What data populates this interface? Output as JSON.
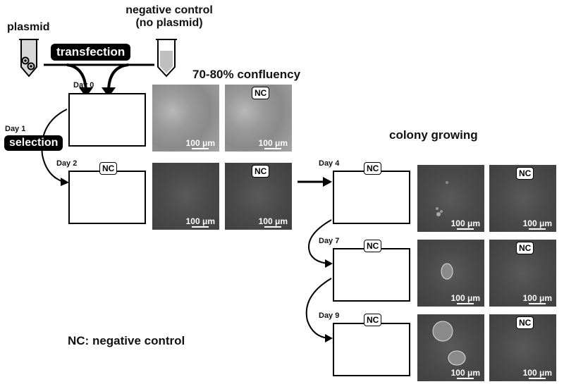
{
  "labels": {
    "plasmid": "plasmid",
    "negative_control_line1": "negative control",
    "negative_control_line2": "(no plasmid)",
    "transfection": "transfection",
    "confluency": "70-80% confluency",
    "day0": "Day 0",
    "day1": "Day 1",
    "selection": "selection",
    "day2": "Day 2",
    "colony_growing": "colony growing",
    "day4": "Day 4",
    "day7": "Day 7",
    "day9": "Day 9",
    "nc_legend": "NC: negative control",
    "nc_badge": "NC",
    "scale_bar": "100 μm"
  },
  "plates": [
    {
      "id": "day0",
      "label": "Day 0",
      "nc_badge": false
    },
    {
      "id": "day2",
      "label": "Day 2",
      "nc_badge": true
    },
    {
      "id": "day4",
      "label": "Day 4",
      "nc_badge": true
    },
    {
      "id": "day7",
      "label": "Day 7",
      "nc_badge": true
    },
    {
      "id": "day9",
      "label": "Day 9",
      "nc_badge": true
    }
  ],
  "colors": {
    "outline": "#000000",
    "well_gray": "#d6d6d6",
    "badge_bg": "#000000",
    "badge_text": "#ffffff",
    "tube_fill": "#bfbfbf"
  }
}
